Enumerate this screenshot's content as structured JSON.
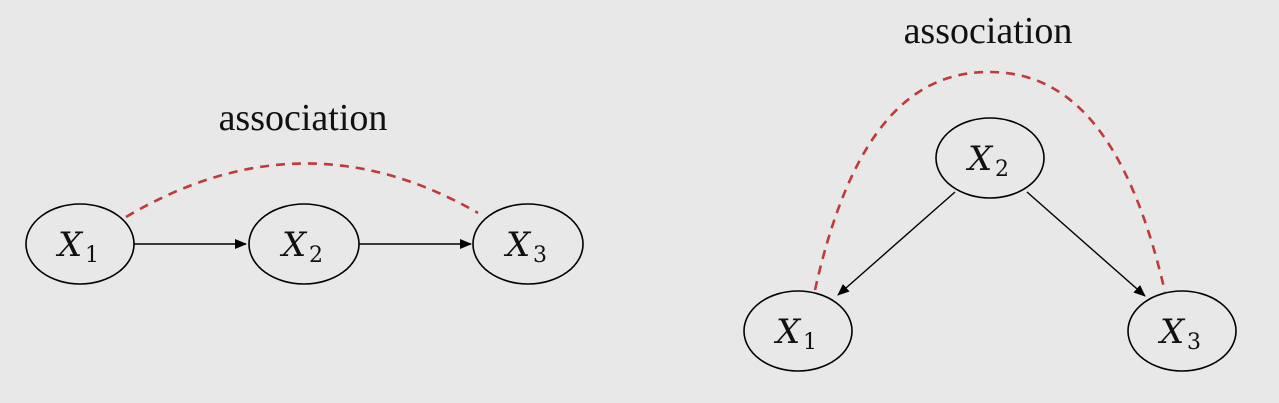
{
  "left_diagram": {
    "association_label": "association",
    "nodes": [
      {
        "id": "X1",
        "main": "X",
        "sub": "1"
      },
      {
        "id": "X2",
        "main": "X",
        "sub": "2"
      },
      {
        "id": "X3",
        "main": "X",
        "sub": "3"
      }
    ],
    "edges": [
      [
        "X1",
        "X2"
      ],
      [
        "X2",
        "X3"
      ]
    ],
    "association": [
      "X1",
      "X3"
    ]
  },
  "right_diagram": {
    "association_label": "association",
    "nodes": [
      {
        "id": "X2",
        "main": "X",
        "sub": "2"
      },
      {
        "id": "X1",
        "main": "X",
        "sub": "1"
      },
      {
        "id": "X3",
        "main": "X",
        "sub": "3"
      }
    ],
    "edges": [
      [
        "X2",
        "X1"
      ],
      [
        "X2",
        "X3"
      ]
    ],
    "association": [
      "X1",
      "X3"
    ]
  },
  "colors": {
    "background": "#e8e8e8",
    "association": "#c0393b",
    "edge": "#000000"
  }
}
